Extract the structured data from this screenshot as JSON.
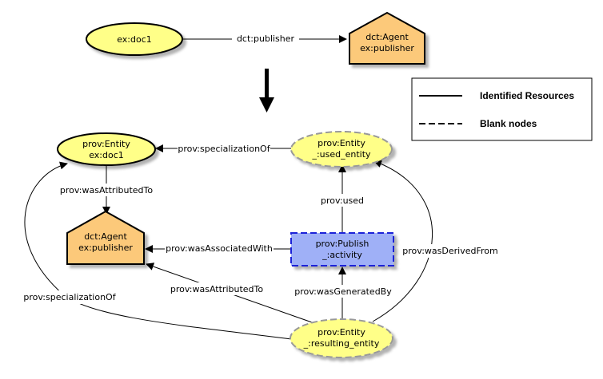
{
  "colors": {
    "entity_fill": "#ffff88",
    "agent_fill": "#fcc97a",
    "activity_fill": "#9fb0f7",
    "activity_stroke": "#1d22d8",
    "blank_stroke": "#999999",
    "solid_stroke": "#000000"
  },
  "top": {
    "doc": {
      "label": "ex:doc1"
    },
    "agent": {
      "line1": "dct:Agent",
      "line2": "ex:publisher"
    },
    "publisher_edge": "dct:publisher",
    "arrow_icon": "down-arrow-icon"
  },
  "legend": {
    "identified": "Identified Resources",
    "blank": "Blank nodes"
  },
  "nodes": {
    "entity_doc": {
      "line1": "prov:Entity",
      "line2": "ex:doc1"
    },
    "used_entity": {
      "line1": "prov:Entity",
      "line2": "_:used_entity"
    },
    "agent": {
      "line1": "dct:Agent",
      "line2": "ex:publisher"
    },
    "activity": {
      "line1": "prov:Publish",
      "line2": "_:activity"
    },
    "resulting": {
      "line1": "prov:Entity",
      "line2": "_:resulting_entity"
    }
  },
  "edges": {
    "spec_top": "prov:specializationOf",
    "attributed_doc": "prov:wasAttributedTo",
    "used": "prov:used",
    "associated": "prov:wasAssociatedWith",
    "derived": "prov:wasDerivedFrom",
    "attributed_result": "prov:wasAttributedTo",
    "generated": "prov:wasGeneratedBy",
    "spec_left": "prov:specializationOf"
  }
}
